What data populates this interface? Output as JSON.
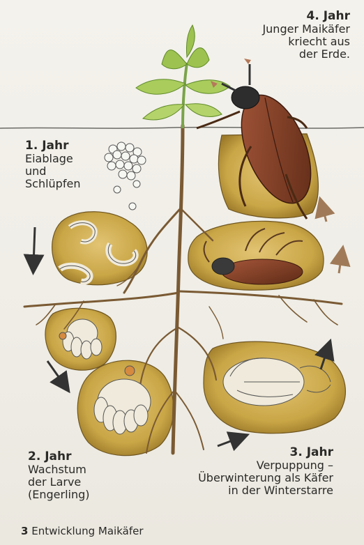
{
  "stages": {
    "year4": {
      "year": "4. Jahr",
      "lines": [
        "Junger Maikäfer",
        "kriecht aus",
        "der Erde."
      ]
    },
    "year1": {
      "year": "1. Jahr",
      "lines": [
        "Eiablage",
        "und",
        "Schlüpfen"
      ]
    },
    "year2": {
      "year": "2. Jahr",
      "lines": [
        "Wachstum",
        "der Larve",
        "(Engerling)"
      ]
    },
    "year3": {
      "year": "3. Jahr",
      "lines": [
        "Verpuppung –",
        "Überwinterung als Käfer",
        "in der Winterstarre"
      ]
    }
  },
  "caption": {
    "number": "3",
    "text": "Entwicklung Maikäfer"
  },
  "colors": {
    "soil_chamber": "#c9a646",
    "root": "#7a5a33",
    "leaf": "#9dc24f",
    "beetle": "#7b3a22",
    "arrow_dark": "#333333",
    "arrow_light": "#a07a58"
  },
  "icons": [
    "egg-cluster",
    "grub-larva",
    "pupa",
    "cockchafer-beetle",
    "plant-sprout",
    "direction-arrow"
  ]
}
